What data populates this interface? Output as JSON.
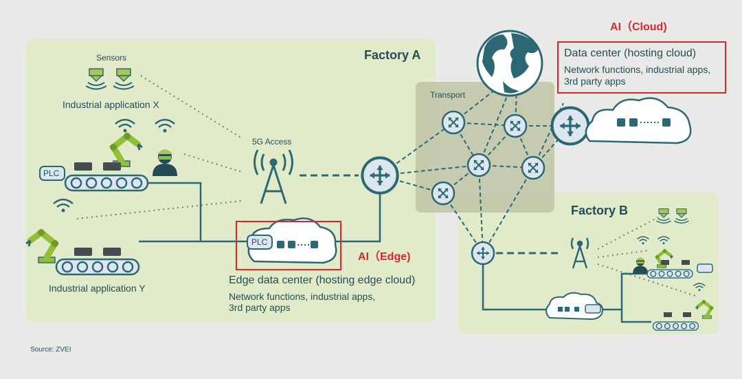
{
  "factory_a": {
    "title": "Factory A"
  },
  "factory_b": {
    "title": "Factory B"
  },
  "labels": {
    "sensors": "Sensors",
    "industrial_app_x": "Industrial application X",
    "industrial_app_y": "Industrial application Y",
    "access_5g": "5G Access",
    "transport": "Transport",
    "plc": "PLC",
    "ai_cloud": "AI（Cloud)",
    "ai_edge": "AI（Edge)"
  },
  "edge_dc": {
    "title": "Edge data center (hosting edge cloud)",
    "line1": "Network functions, industrial apps,",
    "line2": "3rd party apps"
  },
  "cloud_dc": {
    "title": "Data center (hosting cloud)",
    "line1": "Network functions, industrial apps,",
    "line2": "3rd party apps"
  },
  "source": "Source: ZVEI",
  "colors": {
    "factory_bg": "#e1ebc9",
    "transport_bg": "#c2c7a8",
    "teal": "#2c6874",
    "node_fill": "#dbe6ee",
    "robot_green": "#92bf3a",
    "highlight": "#d6272e"
  }
}
